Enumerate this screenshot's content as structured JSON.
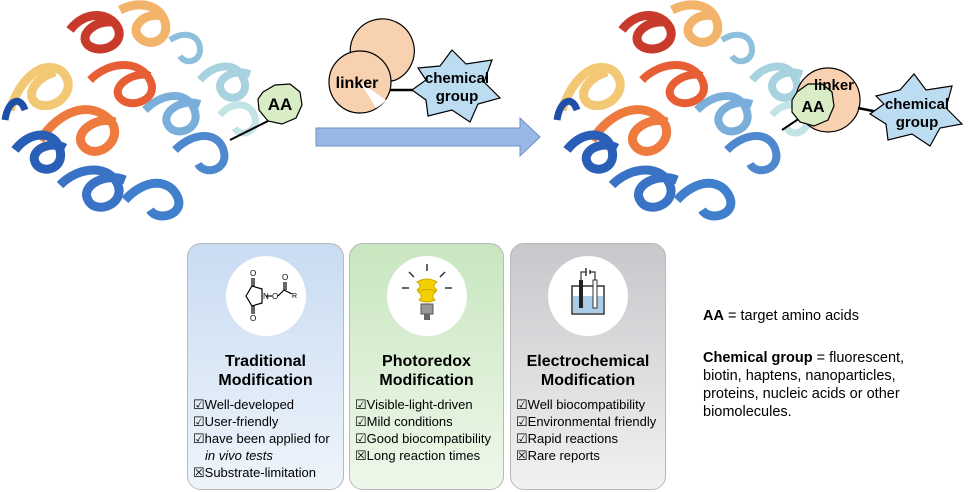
{
  "left_protein": {
    "aa_label": "AA"
  },
  "reagent": {
    "linker_label": "linker",
    "group_label_line1": "chemical",
    "group_label_line2": "group"
  },
  "right_protein": {
    "aa_label": "AA",
    "linker_label": "linker",
    "group_label_line1": "chemical",
    "group_label_line2": "group"
  },
  "cards": [
    {
      "title_line1": "Traditional",
      "title_line2": "Modification",
      "icon": "nhs-ester-structure-icon",
      "molecule_labels": {
        "o_top": "O",
        "o_bottom": "O",
        "n": "N",
        "o_link": "O",
        "o_carbonyl": "O",
        "r": "R"
      },
      "items": [
        {
          "mark": "☑",
          "text": "Well-developed"
        },
        {
          "mark": "☑",
          "text": "User-friendly"
        },
        {
          "mark": "☑",
          "text": "have been applied for"
        },
        {
          "mark": "",
          "text": "in vivo tests"
        },
        {
          "mark": "☒",
          "text": "Substrate-limitation"
        }
      ]
    },
    {
      "title_line1": "Photoredox",
      "title_line2": "Modification",
      "icon": "light-bulb-icon",
      "items": [
        {
          "mark": "☑",
          "text": "Visible-light-driven"
        },
        {
          "mark": "☑",
          "text": "Mild conditions"
        },
        {
          "mark": "☑",
          "text": "Good biocompatibility"
        },
        {
          "mark": "☒",
          "text": "Long reaction times"
        }
      ]
    },
    {
      "title_line1": "Electrochemical",
      "title_line2": "Modification",
      "icon": "electrochemical-cell-icon",
      "items": [
        {
          "mark": "☑",
          "text": "Well biocompatibility"
        },
        {
          "mark": "☑",
          "text": "Environmental friendly"
        },
        {
          "mark": "☑",
          "text": "Rapid reactions"
        },
        {
          "mark": "☒",
          "text": "Rare reports"
        }
      ]
    }
  ],
  "legend": {
    "aa_term": "AA",
    "aa_def": " = target amino acids",
    "group_term": "Chemical group",
    "group_def_1": " = fluorescent,",
    "group_def_2": "biotin, haptens, nanoparticles,",
    "group_def_3": "proteins, nucleic acids or other",
    "group_def_4": "biomolecules."
  },
  "colors": {
    "aa_fill": "#d8edc6",
    "linker_fill": "#f8d2b0",
    "group_fill": "#bcdcf2",
    "arrow_fill": "#9ab8e6"
  }
}
